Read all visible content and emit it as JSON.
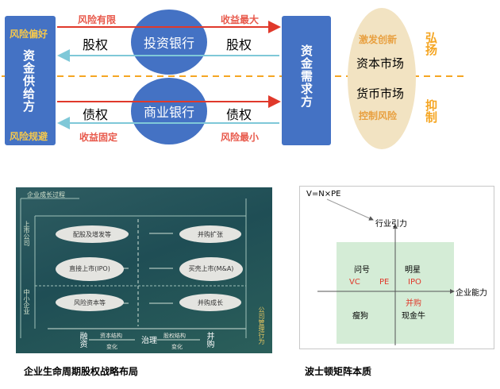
{
  "top_diagram": {
    "left_box": {
      "label": "资金供给方",
      "top_note": "风险偏好",
      "bottom_note": "风险规避"
    },
    "right_box": {
      "label": "资金需求方"
    },
    "top_circle": "投资银行",
    "bottom_circle": "商业银行",
    "top_left_item": "股权",
    "top_right_item": "股权",
    "bottom_left_item": "债权",
    "bottom_right_item": "债权",
    "top_arrow_left_note": "风险有限",
    "top_arrow_right_note": "收益最大",
    "bottom_arrow_left_note": "收益固定",
    "bottom_arrow_right_note": "风险最小",
    "ellipse": {
      "top": "激发创新",
      "item1": "资本市场",
      "item2": "货币市场",
      "bottom": "控制风险"
    },
    "side_top": "弘扬",
    "side_bottom": "抑制",
    "colors": {
      "box": "#4472c4",
      "red_arrow": "#e0392b",
      "cyan_arrow": "#7fc8d8",
      "orange": "#f5a623",
      "ellipse": "#f2e3c2"
    }
  },
  "lifecycle": {
    "top_label": "企业成长过程",
    "left_top_label": "上市公司",
    "left_bottom_label": "中小企业",
    "right_label": "公司管理行为",
    "ovals": [
      "配股及增发等",
      "并购扩张",
      "直接上市(IPO)",
      "买壳上市(M&A)",
      "风险资本等",
      "并购成长"
    ],
    "bottom": {
      "a": "融资",
      "b": "治理",
      "c": "并购",
      "arrow1_top": "资本结构",
      "arrow1_bottom": "变化",
      "arrow2_top": "股权结构",
      "arrow2_bottom": "变化"
    },
    "caption": "企业生命周期股权战略布局"
  },
  "boston": {
    "formula": "V=N×PE",
    "y_axis": "行业引力",
    "x_axis": "企业能力",
    "q_tl": "问号",
    "q_tr": "明星",
    "q_bl": "瘦狗",
    "q_br": "现金牛",
    "vc": "VC",
    "pe": "PE",
    "ipo": "IPO",
    "merge": "并购",
    "caption": "波士顿矩阵本质",
    "colors": {
      "matrix": "#d4ecd6",
      "red": "#e0392b"
    }
  }
}
